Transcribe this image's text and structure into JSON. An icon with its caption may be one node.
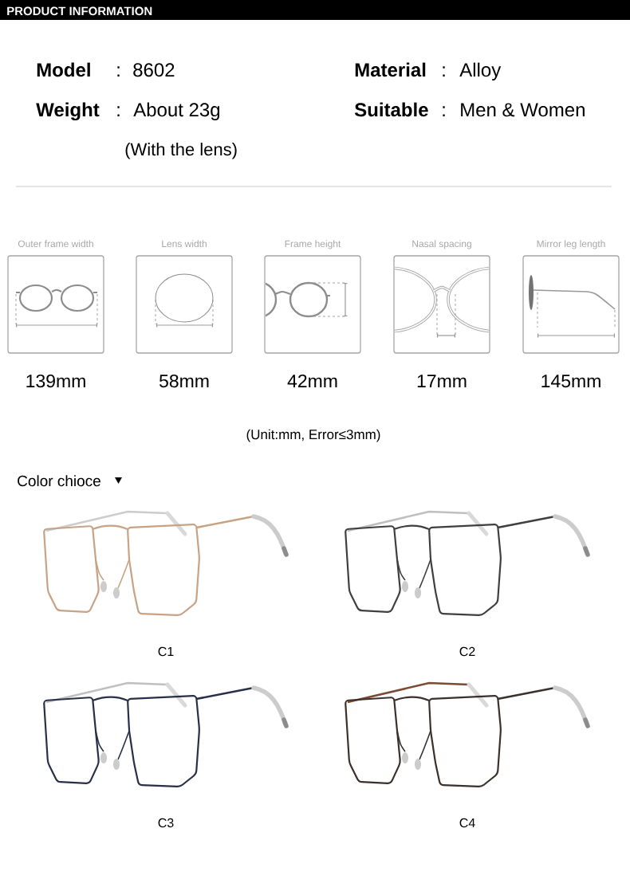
{
  "diagram": {
    "title": "PRODUCT INFORMATION",
    "nodes": [
      {
        "text": [
          "Outer frame width"
        ],
        "beside": [
          "139mm"
        ]
      },
      {
        "text": [
          "Lens width"
        ],
        "beside": [
          "58mm"
        ]
      },
      {
        "text": [
          "Frame height"
        ],
        "beside": [
          "42mm"
        ]
      },
      {
        "text": [
          "Nasal spacing"
        ],
        "beside": [
          "17mm"
        ]
      },
      {
        "text": [
          "Mirror leg length"
        ],
        "beside": [
          "145mm"
        ]
      },
      {
        "text": [],
        "shape": "picture",
        "beside": [
          "C1"
        ]
      },
      {
        "text": [],
        "shape": "picture",
        "beside": [
          "C2"
        ]
      },
      {
        "text": [],
        "shape": "picture",
        "beside": [
          "C3"
        ]
      },
      {
        "text": [],
        "shape": "picture",
        "beside": [
          "C4"
        ]
      }
    ],
    "labels": [
      "Model",
      ":",
      "8602",
      "Material",
      ":",
      "Alloy",
      "Weight",
      ":",
      "About 23g",
      "Suitable",
      ":",
      "Men & Women",
      "(With the lens)",
      "(Unit:mm, Error≤3mm)",
      "Color chioce"
    ]
  }
}
